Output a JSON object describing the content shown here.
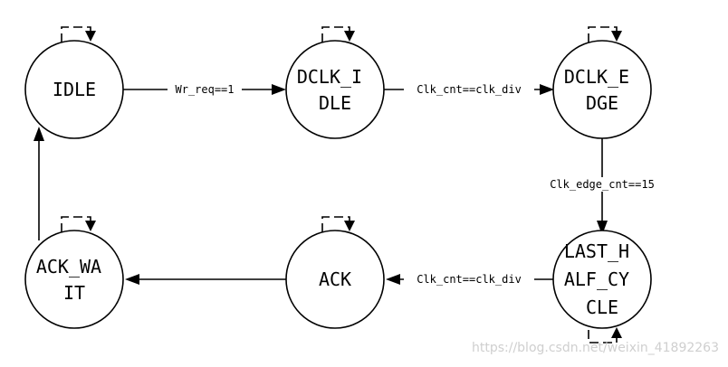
{
  "states": [
    {
      "id": "idle",
      "lines": [
        "IDLE"
      ]
    },
    {
      "id": "dclk_idle",
      "lines": [
        "DCLK_I",
        "DLE"
      ]
    },
    {
      "id": "dclk_edge",
      "lines": [
        "DCLK_E",
        "DGE"
      ]
    },
    {
      "id": "last_half_cycle",
      "lines": [
        "LAST_H",
        "ALF_CY",
        "CLE"
      ]
    },
    {
      "id": "ack",
      "lines": [
        "ACK"
      ]
    },
    {
      "id": "ack_wait",
      "lines": [
        "ACK_WA",
        "IT"
      ]
    }
  ],
  "transitions": [
    {
      "from": "idle",
      "to": "dclk_idle",
      "label": "Wr_req==1"
    },
    {
      "from": "dclk_idle",
      "to": "dclk_edge",
      "label": "Clk_cnt==clk_div"
    },
    {
      "from": "dclk_edge",
      "to": "last_half_cycle",
      "label": "Clk_edge_cnt==15"
    },
    {
      "from": "last_half_cycle",
      "to": "ack",
      "label": "Clk_cnt==clk_div"
    },
    {
      "from": "ack",
      "to": "ack_wait",
      "label": ""
    },
    {
      "from": "ack_wait",
      "to": "idle",
      "label": ""
    }
  ],
  "self_loops": [
    "idle",
    "dclk_idle",
    "dclk_edge",
    "last_half_cycle",
    "ack",
    "ack_wait"
  ],
  "watermark": "https://blog.csdn.net/weixin_41892263",
  "colors": {
    "stroke": "#000000",
    "background": "#ffffff",
    "watermark": "#cfcfcf"
  }
}
